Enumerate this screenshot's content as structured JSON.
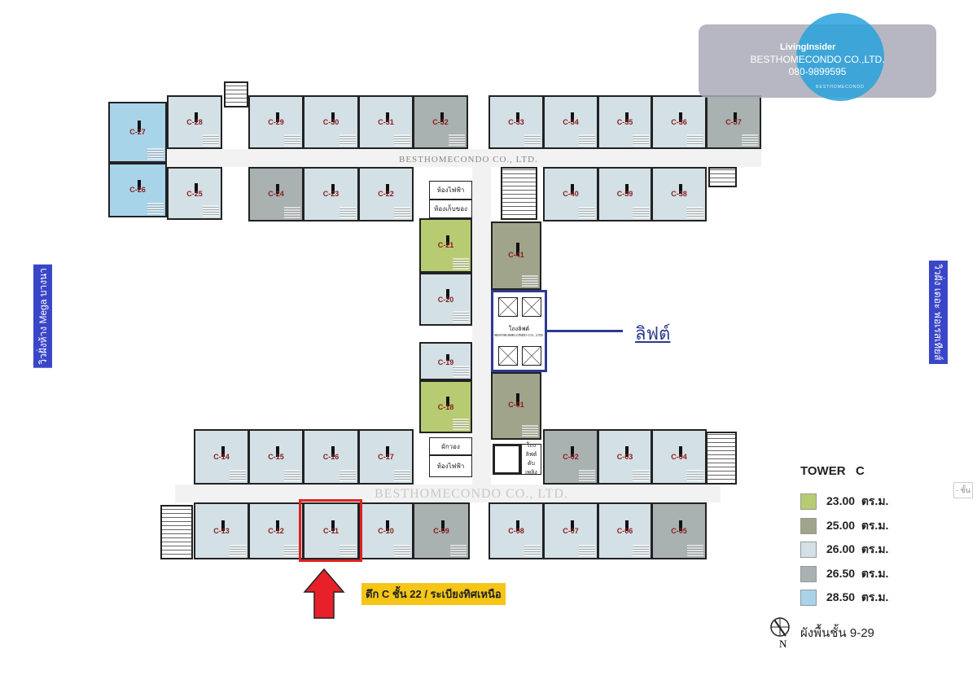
{
  "watermark_badge": {
    "brand": "LivingInsider",
    "company": "BESTHOMECONDO CO.,LTD.",
    "phone": "080-9899595",
    "logo_text": "BESTHOMECONDO"
  },
  "plan_watermark_top": "BESTHOMECONDO CO., LTD.",
  "plan_watermark_bottom": "BESTHOMECONDO CO., LTD.",
  "side_labels": {
    "left": "วิวฝั่งห้าง Mega บางนา",
    "right": "วิวฝั่ง เดอะ ฟอเรสเทียส์"
  },
  "colors": {
    "c23": "#b7cc72",
    "c25": "#9fa48b",
    "c26": "#d3e0e6",
    "c265": "#a9b1b1",
    "c285": "#a8d4ea",
    "highlight": "#e02020",
    "lift_frame": "#2e3a8f",
    "annotation_bg": "#f5c518"
  },
  "units": [
    {
      "id": "C-27",
      "type": "c285"
    },
    {
      "id": "C-26",
      "type": "c285"
    },
    {
      "id": "C-28",
      "type": "c26"
    },
    {
      "id": "C-25",
      "type": "c26"
    },
    {
      "id": "C-29",
      "type": "c26"
    },
    {
      "id": "C-30",
      "type": "c26"
    },
    {
      "id": "C-31",
      "type": "c26"
    },
    {
      "id": "C-32",
      "type": "c265"
    },
    {
      "id": "C-24",
      "type": "c265"
    },
    {
      "id": "C-23",
      "type": "c26"
    },
    {
      "id": "C-22",
      "type": "c26"
    },
    {
      "id": "C-33",
      "type": "c26"
    },
    {
      "id": "C-34",
      "type": "c26"
    },
    {
      "id": "C-35",
      "type": "c26"
    },
    {
      "id": "C-36",
      "type": "c26"
    },
    {
      "id": "C-37",
      "type": "c265"
    },
    {
      "id": "C-40",
      "type": "c26"
    },
    {
      "id": "C-39",
      "type": "c26"
    },
    {
      "id": "C-38",
      "type": "c26"
    },
    {
      "id": "C-21",
      "type": "c23"
    },
    {
      "id": "C-20",
      "type": "c26"
    },
    {
      "id": "C-19",
      "type": "c26"
    },
    {
      "id": "C-18",
      "type": "c23"
    },
    {
      "id": "C-41",
      "type": "c25"
    },
    {
      "id": "C-01",
      "type": "c25"
    },
    {
      "id": "C-14",
      "type": "c26"
    },
    {
      "id": "C-15",
      "type": "c26"
    },
    {
      "id": "C-16",
      "type": "c26"
    },
    {
      "id": "C-17",
      "type": "c26"
    },
    {
      "id": "C-13",
      "type": "c26"
    },
    {
      "id": "C-12",
      "type": "c26"
    },
    {
      "id": "C-11",
      "type": "c26"
    },
    {
      "id": "C-10",
      "type": "c26"
    },
    {
      "id": "C-09",
      "type": "c265"
    },
    {
      "id": "C-02",
      "type": "c265"
    },
    {
      "id": "C-03",
      "type": "c26"
    },
    {
      "id": "C-04",
      "type": "c26"
    },
    {
      "id": "C-08",
      "type": "c26"
    },
    {
      "id": "C-07",
      "type": "c26"
    },
    {
      "id": "C-06",
      "type": "c26"
    },
    {
      "id": "C-05",
      "type": "c265"
    }
  ],
  "rooms": {
    "electric_top": "ห้องไฟฟ้า",
    "storage": "ห้องเก็บของ",
    "misc_bottom": "ผักวอง",
    "electric_bottom": "ห้องไฟฟ้า",
    "fire_lift_lobby": "โถง ลิฟต์ ดับเพลิง",
    "lift_lobby": "โถงลิฟต์",
    "lift_lobby_wm": "BESTHOMECONDO CO., LTD."
  },
  "lift_label": "ลิฟต์",
  "annotation": "ตึก C ชั้น 22 / ระเบียงทิศเหนือ",
  "legend": {
    "title": "TOWER   C",
    "items": [
      {
        "label": "23.00  ตร.ม.",
        "type": "c23"
      },
      {
        "label": "25.00  ตร.ม.",
        "type": "c25"
      },
      {
        "label": "26.00  ตร.ม.",
        "type": "c26"
      },
      {
        "label": "26.50  ตร.ม.",
        "type": "c265"
      },
      {
        "label": "28.50  ตร.ม.",
        "type": "c285"
      }
    ]
  },
  "north_label": "N",
  "floor_caption": "ผังพื้นชั้น 9-29",
  "edge_tab": "- ชั้น"
}
